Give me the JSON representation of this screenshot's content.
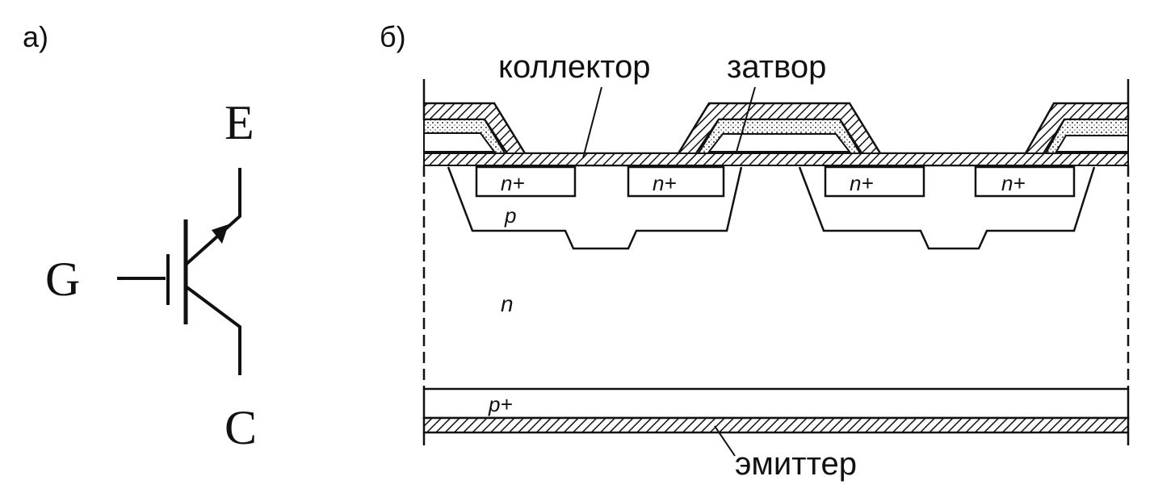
{
  "panel_a": {
    "label": "а)",
    "terminals": {
      "emitter": "E",
      "gate": "G",
      "collector": "C"
    }
  },
  "panel_b": {
    "label": "б)",
    "callouts": {
      "collector": "коллектор",
      "gate": "затвор",
      "emitter": "эмиттер"
    },
    "regions": {
      "n_plus": [
        "n+",
        "n+",
        "n+",
        "n+"
      ],
      "p_base": "p",
      "n_drift": "n",
      "p_plus": "p+"
    }
  }
}
